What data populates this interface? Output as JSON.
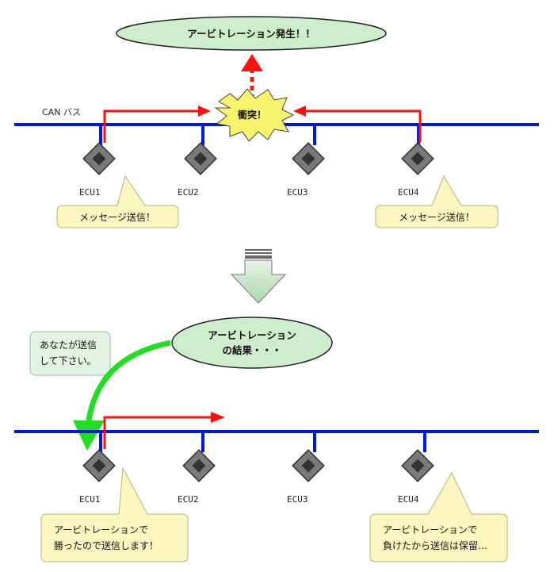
{
  "top": {
    "bus_label": "CAN バス",
    "arbitration_oval": "アービトレーション発生！！",
    "collision_label": "衝突！",
    "ecu_labels": [
      "ECU1",
      "ECU2",
      "ECU3",
      "ECU4"
    ],
    "bubble_left": "メッセージ送信！",
    "bubble_right": "メッセージ送信！"
  },
  "bottom": {
    "result_oval_line1": "アービトレーション",
    "result_oval_line2": "の結果・・・",
    "note_line1": "あなたが送信",
    "note_line2": "して下さい。",
    "ecu_labels": [
      "ECU1",
      "ECU2",
      "ECU3",
      "ECU4"
    ],
    "bubble_left_line1": "アービトレーションで",
    "bubble_left_line2": "勝ったので送信します！",
    "bubble_right_line1": "アービトレーションで",
    "bubble_right_line2": "負けたから送信は保留…"
  },
  "colors": {
    "bus": "#0018e0",
    "arrow_red": "#ff1010",
    "arrow_green": "#22dd22",
    "oval_fill": "#cdeecd",
    "bubble_fill": "#fbf6c0",
    "note_fill": "#e3f3e3",
    "ecu_body": "#7a7a7a",
    "ecu_inner": "#333333"
  }
}
